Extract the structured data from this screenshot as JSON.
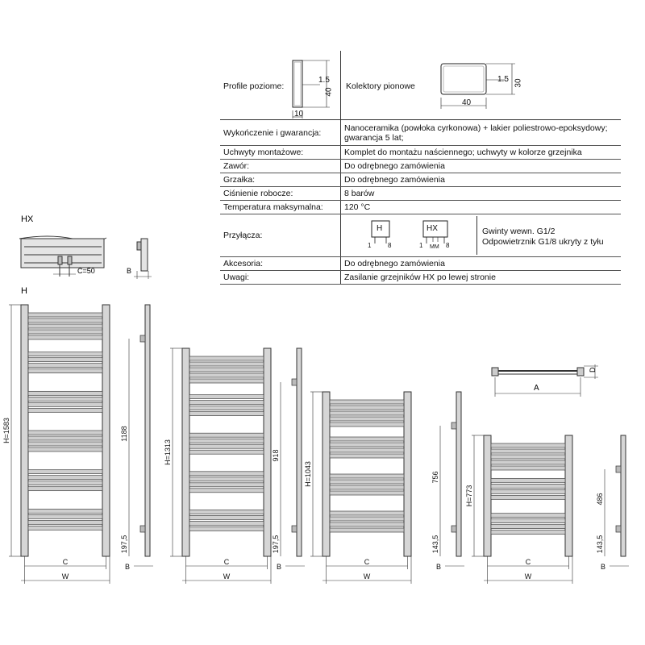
{
  "specs": [
    {
      "label": "Wykończenie i gwarancja:",
      "value": "Nanoceramika (powłoka cyrkonowa) + lakier poliestrowo-epoksydowy; gwarancja 5 lat;"
    },
    {
      "label": "Uchwyty montażowe:",
      "value": "Komplet do montażu naściennego; uchwyty w kolorze grzejnika"
    },
    {
      "label": "Zawór:",
      "value": "Do odrębnego zamówienia"
    },
    {
      "label": "Grzałka:",
      "value": "Do odrębnego zamówienia"
    },
    {
      "label": "Ciśnienie robocze:",
      "value": "8 barów"
    },
    {
      "label": "Temperatura maksymalna:",
      "value": "120 °C"
    }
  ],
  "profile": {
    "label": "Profile poziome:",
    "dims": {
      "t": "1.5",
      "h": "40",
      "w": "10"
    },
    "collector_label": "Kolektory pionowe",
    "collector_dims": {
      "t": "1.5",
      "h": "30",
      "w": "40"
    }
  },
  "connection": {
    "label": "Przyłącza:",
    "h_box": "H",
    "hx_box": "HX",
    "left_num": "1",
    "right_num": "8",
    "mm": "MM",
    "thread": "Gwinty wewn. G1/2",
    "vent": "Odpowietrznik G1/8 ukryty z tyłu"
  },
  "accessories": {
    "label": "Akcesoria:",
    "value": "Do odrębnego zamówienia"
  },
  "notes": {
    "label": "Uwagi:",
    "value": "Zasilanie grzejników HX po lewej stronie"
  },
  "hx_detail": {
    "title": "HX",
    "spacing": "C=50",
    "depth": "B"
  },
  "top_view": {
    "width": "A",
    "depth": "D"
  },
  "series_label": "H",
  "models": [
    {
      "height": "H=1583",
      "upper": "1188",
      "lower": "197,5",
      "c": "C",
      "w": "W",
      "b": "B"
    },
    {
      "height": "H=1313",
      "upper": "918",
      "lower": "197,5",
      "c": "C",
      "w": "W",
      "b": "B"
    },
    {
      "height": "H=1043",
      "upper": "756",
      "lower": "143,5",
      "c": "C",
      "w": "W",
      "b": "B"
    },
    {
      "height": "H=773",
      "upper": "486",
      "lower": "143,5",
      "c": "C",
      "w": "W",
      "b": "B"
    }
  ]
}
